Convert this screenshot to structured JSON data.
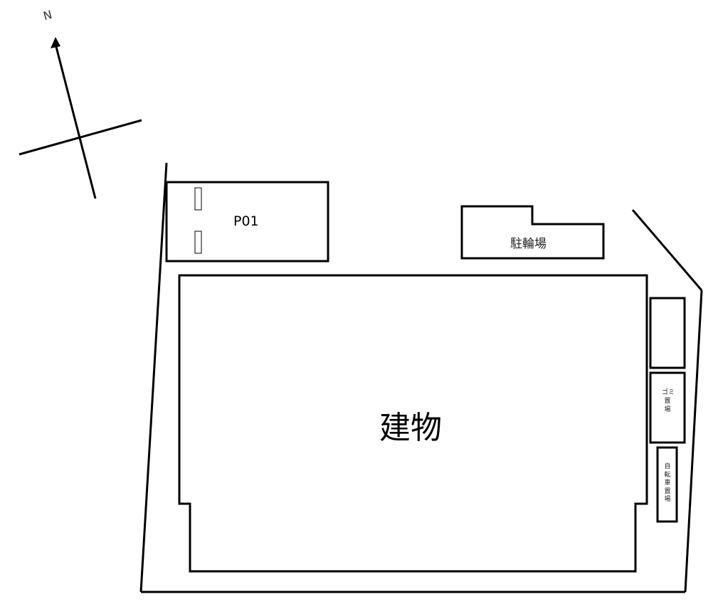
{
  "compass": {
    "label": "N"
  },
  "parking": {
    "label": "P01",
    "spaces": 2
  },
  "bicycle_parking_top": {
    "label": "駐輪場"
  },
  "building": {
    "label": "建物"
  },
  "garbage_area": {
    "label": "ゴミ\n置\n場",
    "label_text": "ゴミ置場"
  },
  "bicycle_parking_side": {
    "label": "自\n転\n車\n置\n場",
    "label_text": "自転車置場"
  },
  "colors": {
    "stroke": "#000000",
    "background": "#ffffff"
  }
}
